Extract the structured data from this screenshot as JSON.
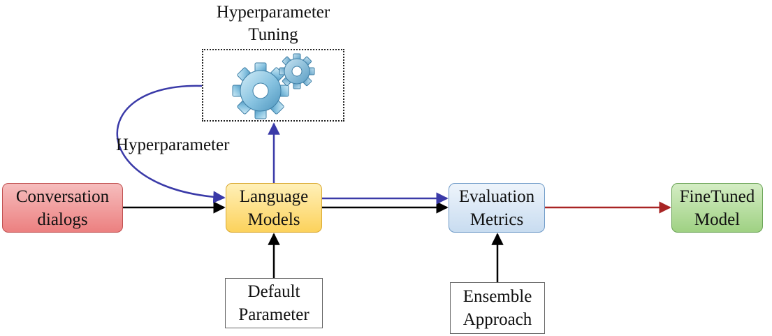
{
  "diagram": {
    "tuning": {
      "title_line1": "Hyperparameter",
      "title_line2": "Tuning",
      "icon": "gears-icon"
    },
    "edge_label_hyperparameter": "Hyperparameter",
    "nodes": {
      "conversation": {
        "line1": "Conversation",
        "line2": "dialogs",
        "color": "#ec8080"
      },
      "language": {
        "line1": "Language",
        "line2": "Models",
        "color": "#fcd25c"
      },
      "evaluation": {
        "line1": "Evaluation",
        "line2": "Metrics",
        "color": "#c8dcf0"
      },
      "finetuned": {
        "line1": "FineTuned",
        "line2": "Model",
        "color": "#9fd183"
      },
      "default": {
        "line1": "Default",
        "line2": "Parameter"
      },
      "ensemble": {
        "line1": "Ensemble",
        "line2": "Approach"
      }
    },
    "edge_colors": {
      "black": "#000000",
      "blue": "#3a3aa8",
      "red": "#a82424"
    }
  }
}
